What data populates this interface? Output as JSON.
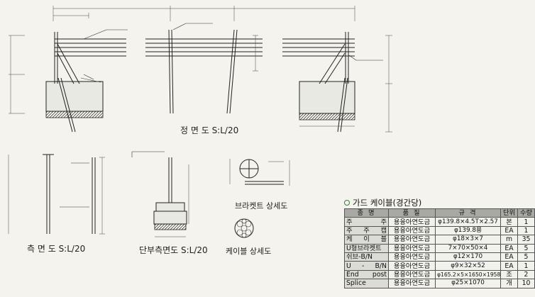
{
  "labels": {
    "front_view": "정 면 도 S:L/20",
    "side_view": "측 면 도 S:L/20",
    "end_side_view": "단부측면도 S:L/20",
    "bracket_detail": "브라켓트 상세도",
    "cable_detail": "케이블 상세도"
  },
  "spec": {
    "title": "가드 케이블(경간당)",
    "headers": [
      "종 명",
      "품 질",
      "규 격",
      "단위",
      "수량"
    ],
    "rows": [
      [
        "주 주",
        "용융아연도금",
        "φ139.8×4.5T×2.57",
        "본",
        "1"
      ],
      [
        "주 주 캡",
        "용융아연도금",
        "φ139.8용",
        "EA",
        "1"
      ],
      [
        "케 이 블",
        "용융아연도금",
        "φ18×3×7",
        "m",
        "35"
      ],
      [
        "U형브라켓트",
        "용융아연도금",
        "7×70×50×4",
        "EA",
        "5"
      ],
      [
        "쉬브-B/N",
        "용융아연도금",
        "φ12×170",
        "EA",
        "5"
      ],
      [
        "U - B/N",
        "용융아연도금",
        "φ9×32×52",
        "EA",
        "1"
      ],
      [
        "End post",
        "용융아연도금",
        "φ165.2×5×1650×1958",
        "조",
        "2"
      ],
      [
        "Splice",
        "용융아연도금",
        "φ25×1070",
        "개",
        "10"
      ]
    ]
  }
}
